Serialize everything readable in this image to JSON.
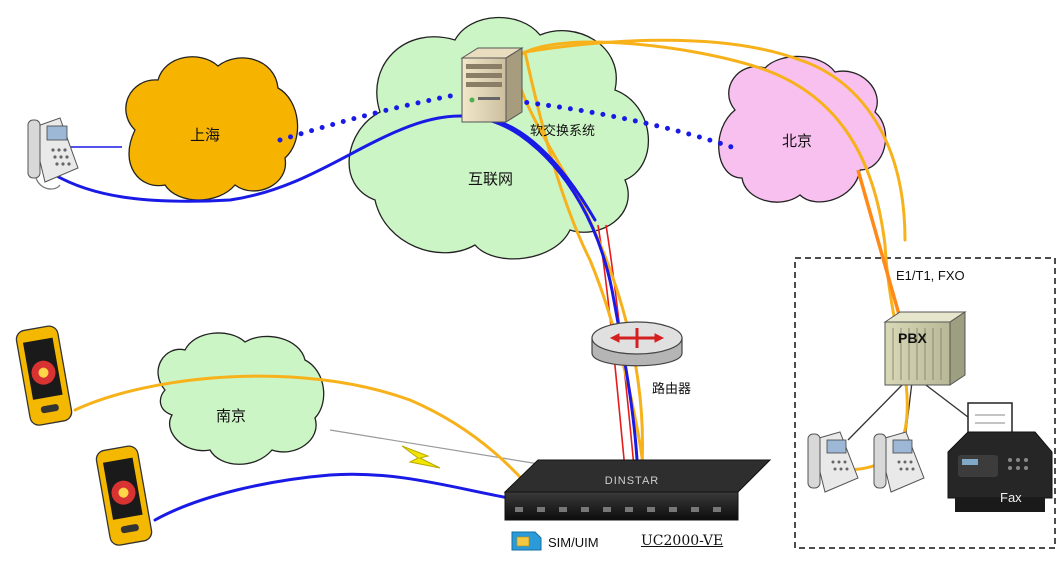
{
  "labels": {
    "shanghai": "上海",
    "internet": "互联网",
    "softswitch": "软交换系统",
    "beijing": "北京",
    "nanjing": "南京",
    "router": "路由器",
    "pbx_link": "E1/T1, FXO",
    "pbx": "PBX",
    "fax": "Fax",
    "sim": "SIM/UIM",
    "device": "UC2000-VE",
    "brand": "DINSTAR"
  },
  "colors": {
    "shanghai_cloud": "#f6b400",
    "internet_cloud": "#ccf5c5",
    "beijing_cloud": "#f7c0ef",
    "nanjing_cloud": "#ccf5c5",
    "blue_link": "#1a1ae6",
    "orange_link": "#f7b21b",
    "red_link": "#e41c1c",
    "sim_card": "#2a9bd8"
  },
  "icons": [
    "desk-phone-icon",
    "server-icon",
    "router-icon",
    "smartphone-icon",
    "pbx-icon",
    "fax-icon",
    "lightning-icon",
    "sim-card-icon",
    "gateway-icon"
  ]
}
